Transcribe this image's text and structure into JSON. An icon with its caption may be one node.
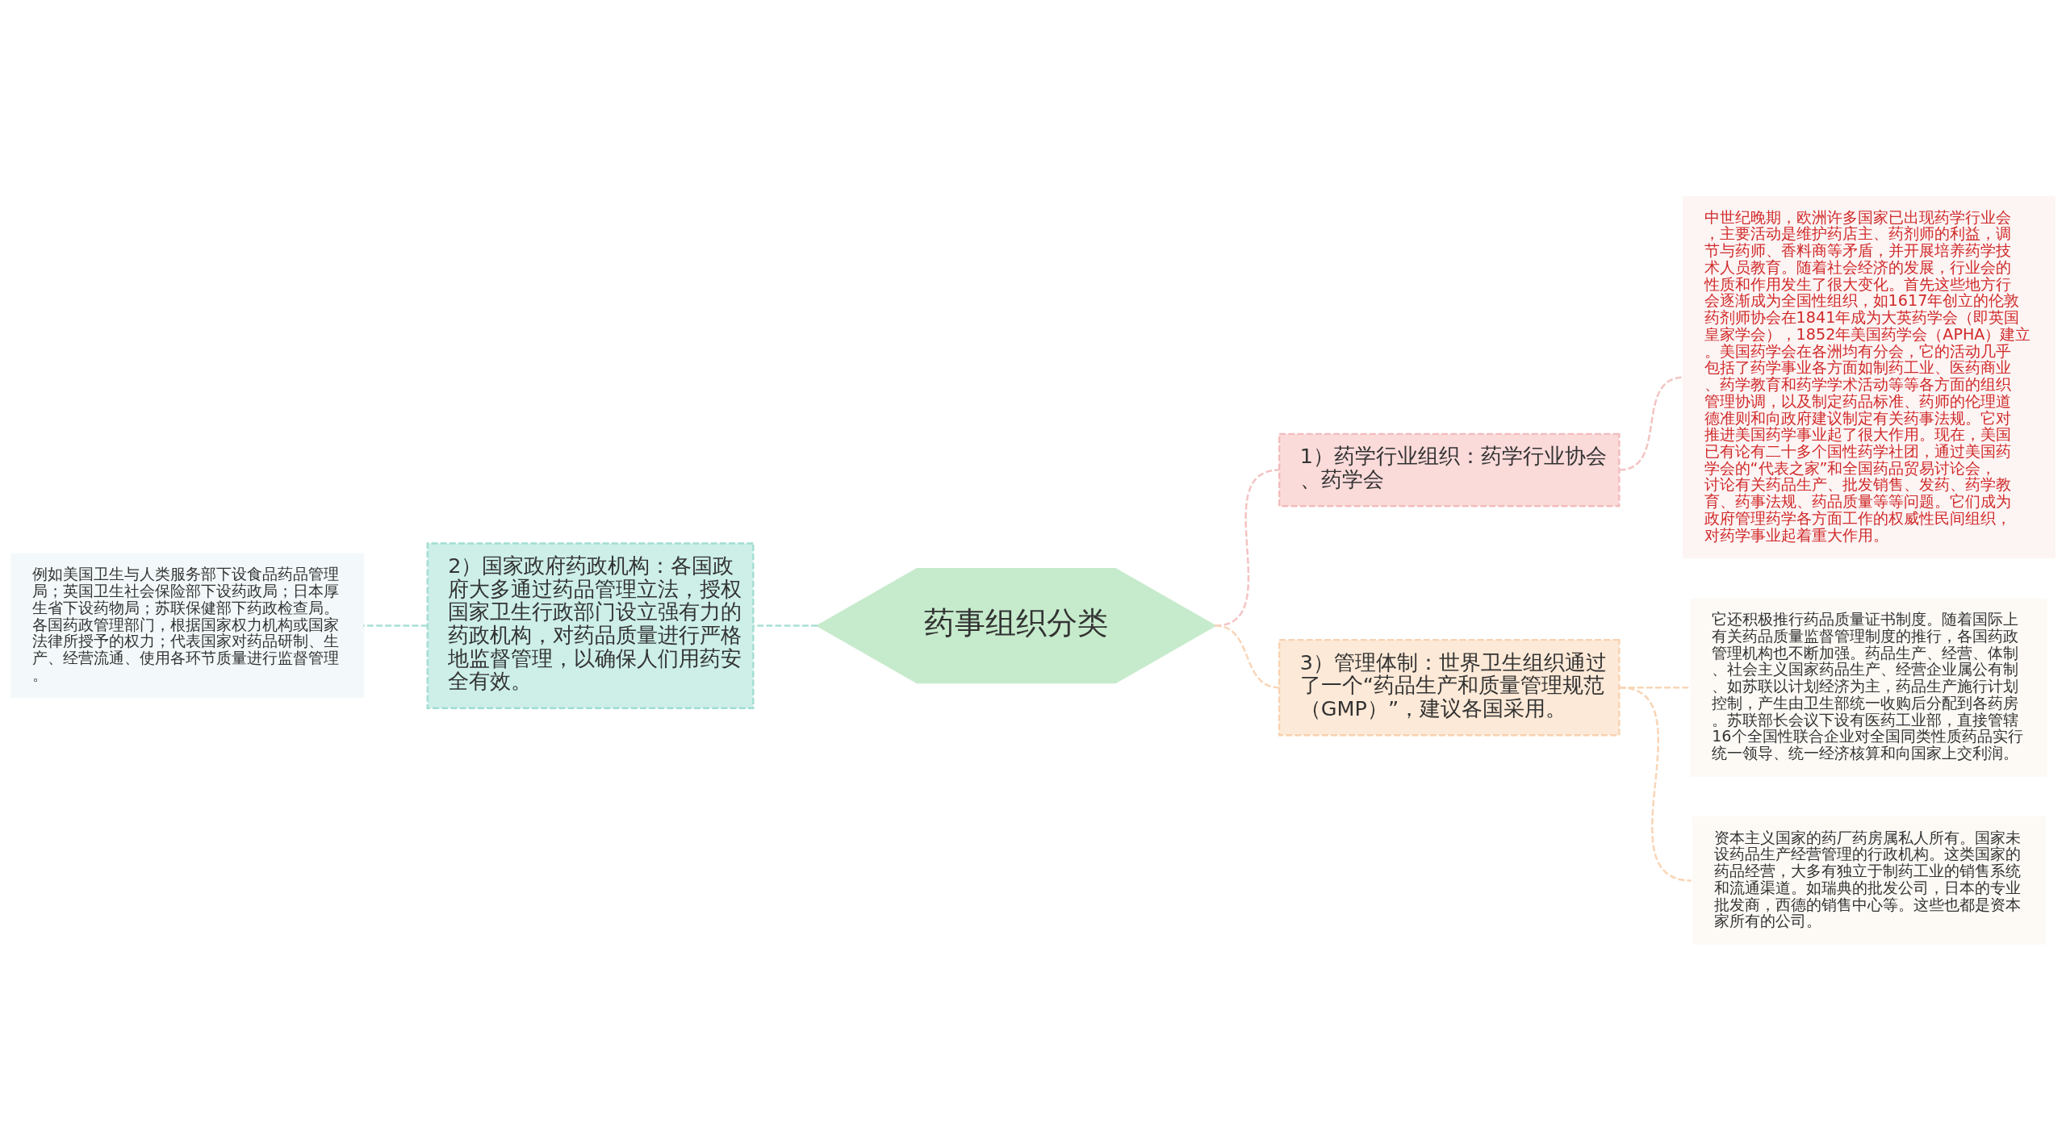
{
  "diagram": {
    "nodes": [
      {
        "text": [
          "药事组织分类"
        ]
      },
      {
        "text": [
          "1）药学行业组织：药学行业协会、药学会"
        ]
      },
      {
        "text": [
          "中世纪晚期，欧洲许多国家已出现药学行业会，主要活动是维护药店主、药剂师的利益，调节与药师、香料商等矛盾，并开展培养药学技术人员教育。随着社会经济的发展，行业会的性质和作用发生了很大变化。首先这些地方行会逐渐成为全国性组织，如1617年创立的伦敦药剂师协会在1841年成为大英药学会（即英国皇家学会），1852年美国药学会（APHA）建立。美国药学会在各洲均有分会，它的活动几乎包括了药学事业各方面如制药工业、医药商业、药学教育和药学学术活动等等各方面的组织管理协调，以及制定药品标准、药师的伦理道德准则和向政府建议制定有关药事法规。它对推进美国药学事业起了很大作用。现在，美国已有论有二十多个国性药学社团，通过美国药学会的“代表之家”和全国药品贸易讨论会，讨论有关药品生产、批发销售、发药、药学教育、药事法规、药品质量等等问题。它们成为政府管理药学各方面工作的权威性民间组织，对药学事业起着重大作用。"
        ]
      },
      {
        "text": [
          "2）国家政府药政机构：各国政府大多通过药品管理立法，授权国家卫生行政部门设立强有力的药政机构，对药品质量进行严格地监督管理，以确保人们用药安全有效。"
        ]
      },
      {
        "text": [
          "例如美国卫生与人类服务部下设食品药品管理局；英国卫生社会保险部下设药政局；日本厚生省下设药物局；苏联保健部下药政检查局。各国药政管理部门，根据国家权力机构或国家法律所授予的权力；代表国家对药品研制、生产、经营流通、使用各环节质量进行监督管理。"
        ]
      },
      {
        "text": [
          "3）管理体制：世界卫生组织通过了一个“药品生产和质量管理规范（GMP）”，建议各国采用。"
        ]
      },
      {
        "text": [
          "它还积极推行药品质量证书制度。随着国际上有关药品质量监督管理制度的推行，各国药政管理机构也不断加强。药品生产、经营、体制、社会主义国家药品生产、经营企业属公有制、如苏联以计划经济为主，药品生产施行计划控制，产生由卫生部统一收购后分配到各药房。苏联部长会议下设有医药工业部，直接管辖16个全国性联合企业对全国同类性质药品实行统一领导、统一经济核算和向国家上交利润。"
        ]
      },
      {
        "text": [
          "资本主义国家的药厂药房属私人所有。国家未设药品生产经营管理的行政机构。这类国家的药品经营，大多有独立于制药工业的销售系统和流通渠道。如瑞典的批发公司，日本的专业批发商，西德的销售中心等。这些也都是资本家所有的公司。"
        ]
      }
    ],
    "edges": [
      {
        "from": 0,
        "to": 1,
        "arrow": "none",
        "style": "dashed",
        "color": "#f4c4c4"
      },
      {
        "from": 1,
        "to": 2,
        "arrow": "none",
        "style": "dashed",
        "color": "#f4c4c4"
      },
      {
        "from": 0,
        "to": 3,
        "arrow": "none",
        "style": "dashed",
        "color": "#a9e0d5"
      },
      {
        "from": 3,
        "to": 4,
        "arrow": "none",
        "style": "dashed",
        "color": "#a9e0d5"
      },
      {
        "from": 0,
        "to": 5,
        "arrow": "none",
        "style": "dashed"
      },
      {
        "from": 5,
        "to": 6,
        "arrow": "none",
        "style": "dashed"
      },
      {
        "from": 5,
        "to": 7,
        "arrow": "none",
        "style": "dashed"
      }
    ]
  }
}
